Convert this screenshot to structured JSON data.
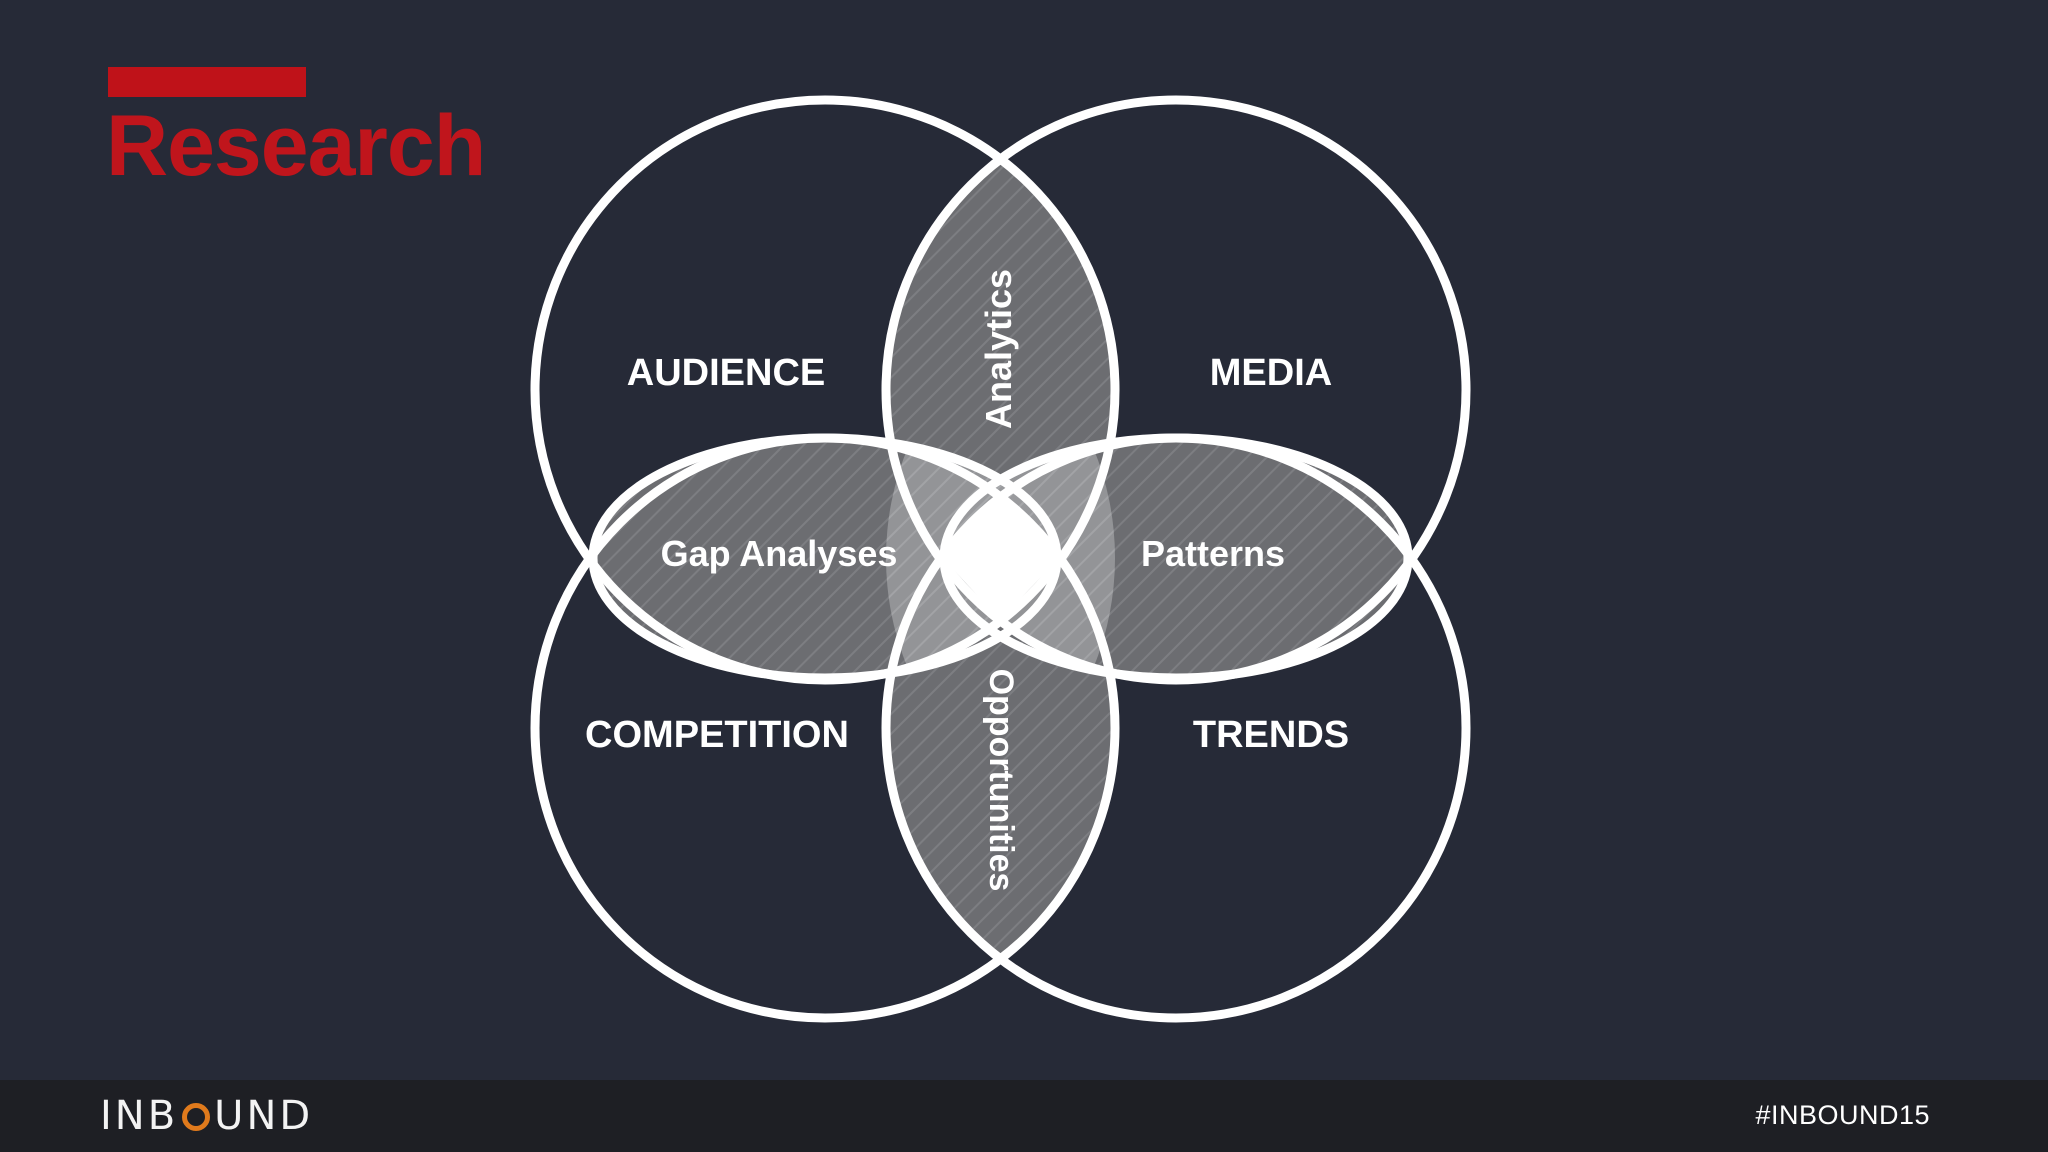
{
  "slide": {
    "title": "Research"
  },
  "diagram": {
    "circles": [
      {
        "label": "AUDIENCE"
      },
      {
        "label": "MEDIA"
      },
      {
        "label": "COMPETITION"
      },
      {
        "label": "TRENDS"
      }
    ],
    "overlaps": [
      {
        "label": "Analytics"
      },
      {
        "label": "Gap Analyses"
      },
      {
        "label": "Patterns"
      },
      {
        "label": "Opportunities"
      }
    ]
  },
  "footer": {
    "logo_part1": "INB",
    "logo_part2": "UND",
    "hashtag": "#INBOUND15"
  },
  "colors": {
    "background": "#262a37",
    "accent": "#bf1219",
    "title": "#c0151c",
    "overlap_fill": "#6c6d71",
    "logo_ring": "#e07a1c"
  }
}
